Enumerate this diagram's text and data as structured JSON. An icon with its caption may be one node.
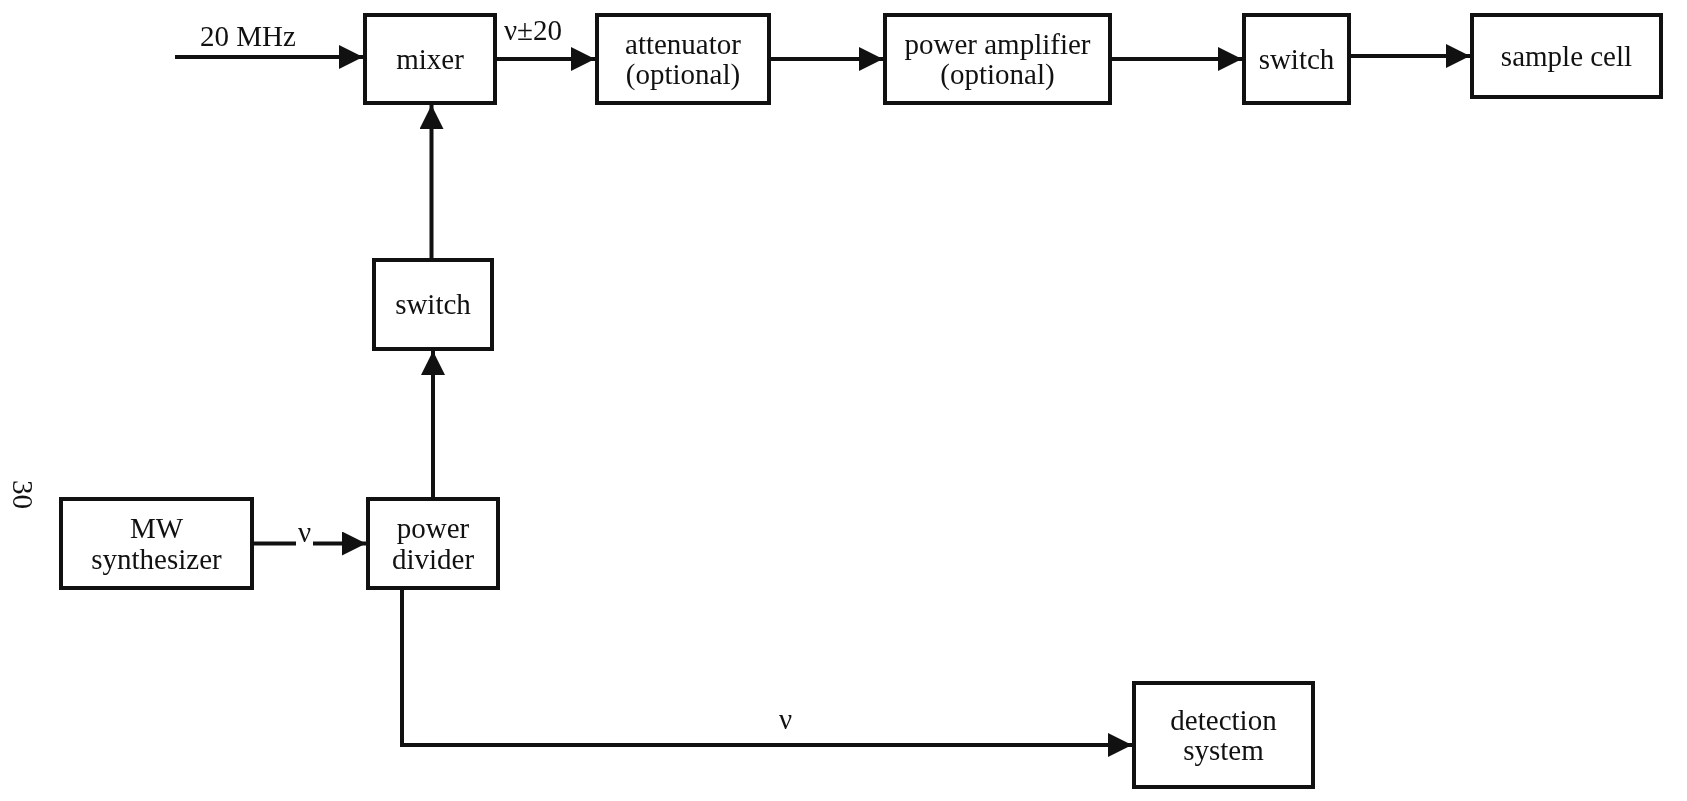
{
  "diagram": {
    "nodes": [
      {
        "text": [
          "mixer"
        ]
      },
      {
        "text": [
          "attenuator (optional)"
        ]
      },
      {
        "text": [
          "power amplifier (optional)"
        ]
      },
      {
        "text": [
          "switch"
        ]
      },
      {
        "text": [
          "sample cell"
        ]
      },
      {
        "text": [
          "switch"
        ]
      },
      {
        "text": [
          "MW synthesizer"
        ]
      },
      {
        "text": [
          "power divider"
        ]
      },
      {
        "text": [
          "detection system"
        ]
      }
    ],
    "edges": [
      {
        "from": null,
        "to": 0,
        "arrow": "to",
        "label": "20 MHz"
      },
      {
        "from": 0,
        "to": 1,
        "arrow": "to",
        "label": "ν±20"
      },
      {
        "from": 1,
        "to": 2,
        "arrow": "to"
      },
      {
        "from": 2,
        "to": 3,
        "arrow": "to"
      },
      {
        "from": 3,
        "to": 4,
        "arrow": "to"
      },
      {
        "from": 5,
        "to": 0,
        "arrow": "to"
      },
      {
        "from": 7,
        "to": 5,
        "arrow": "to"
      },
      {
        "from": 6,
        "to": 7,
        "arrow": "to",
        "label": "ν"
      },
      {
        "from": 7,
        "to": 8,
        "arrow": "to",
        "label": "ν"
      }
    ],
    "labels": [
      "30"
    ]
  }
}
